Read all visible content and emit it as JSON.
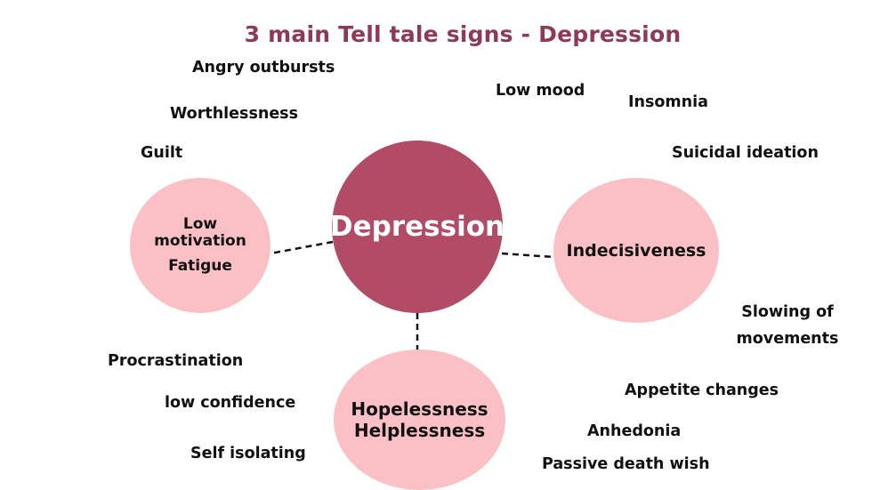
{
  "title": "3 main Tell tale signs - Depression",
  "hubs": {
    "center": "Depression",
    "left": [
      "Low motivation",
      "Fatigue"
    ],
    "right": "Indecisiveness",
    "bottom": [
      "Hopelessness",
      "Helplessness"
    ]
  },
  "symptoms": [
    "Angry outbursts",
    "Worthlessness",
    "Guilt",
    "Low mood",
    "Insomnia",
    "Suicidal ideation",
    "Slowing of movements",
    "Procrastination",
    "low confidence",
    "Self isolating",
    "Appetite changes",
    "Anhedonia",
    "Passive death wish"
  ],
  "colors": {
    "title": "#8e3a55",
    "center_fill": "#b24b66",
    "satellite_fill": "#fbc0c5",
    "connector": "#111111"
  }
}
